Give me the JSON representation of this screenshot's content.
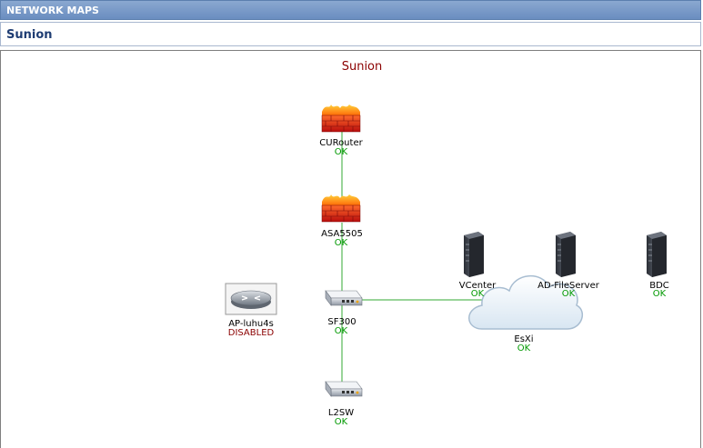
{
  "header": {
    "title": "NETWORK MAPS"
  },
  "map": {
    "name": "Sunion",
    "title": "Sunion"
  },
  "colors": {
    "link": "#33aa33",
    "ok": "#009900",
    "disabled": "#8b0000"
  },
  "nodes": [
    {
      "id": "curouter",
      "label": "CURouter",
      "status": "OK",
      "icon": "firewall-icon"
    },
    {
      "id": "asa5505",
      "label": "ASA5505",
      "status": "OK",
      "icon": "firewall-icon"
    },
    {
      "id": "sf300",
      "label": "SF300",
      "status": "OK",
      "icon": "switch-icon"
    },
    {
      "id": "l2sw",
      "label": "L2SW",
      "status": "OK",
      "icon": "switch-icon"
    },
    {
      "id": "ap",
      "label": "AP-luhu4s",
      "status": "DISABLED",
      "icon": "router-icon"
    },
    {
      "id": "vcenter",
      "label": "VCenter",
      "status": "OK",
      "icon": "server-icon"
    },
    {
      "id": "adfs",
      "label": "AD-FileServer",
      "status": "OK",
      "icon": "server-icon"
    },
    {
      "id": "bdc",
      "label": "BDC",
      "status": "OK",
      "icon": "server-icon"
    },
    {
      "id": "esxi",
      "label": "EsXi",
      "status": "OK",
      "icon": "cloud-icon"
    }
  ]
}
